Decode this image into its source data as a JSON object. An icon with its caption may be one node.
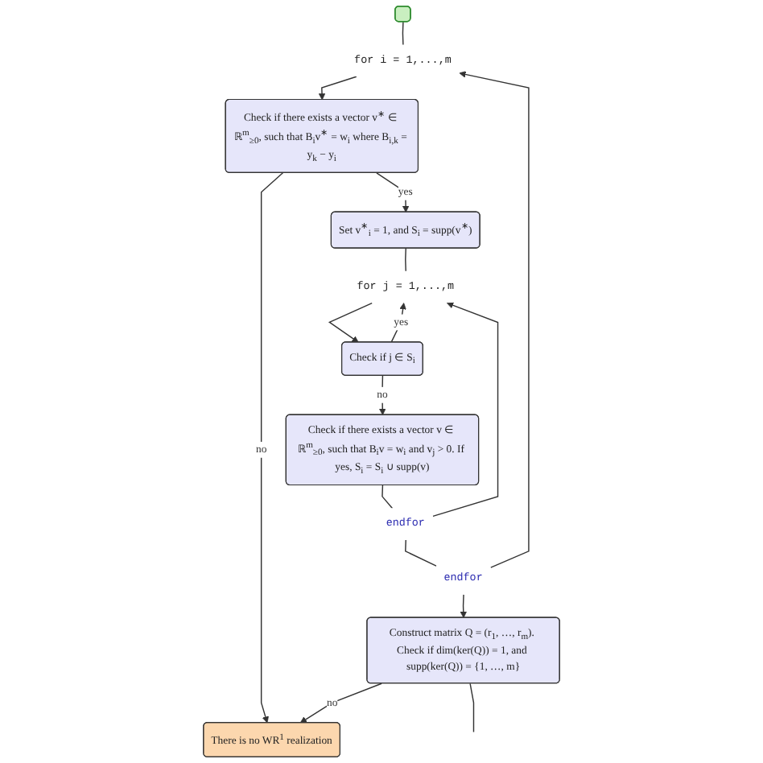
{
  "diagram": {
    "nodes": [
      {
        "text": [],
        "shape": "box"
      },
      {
        "text": [
          "for i = 1,...,m"
        ]
      },
      {
        "text": [
          "Check if there exists a vector v$^{∗}$ ∈ ℝ$^{m}$$_{≥0}$, such that B$_{i}$v$^{∗}$ = w$_{i}$ where B$_{i,k}$ = y$_{k}$ − y$_{i}$"
        ]
      },
      {
        "text": [
          "There is no WR$^{1}$ realization"
        ]
      },
      {
        "text": [
          "Set v$^{∗}$$_{i}$ = 1, and S$_{i}$ = supp(v$^{∗}$)"
        ]
      },
      {
        "text": [
          "for j = 1,...,m"
        ]
      },
      {
        "text": [
          "Check if j ∈ S$_{i}$"
        ]
      },
      {
        "text": [
          "Check if there exists a vector v ∈ ℝ$^{m}$$_{≥0}$, such that B$_{i}$v = w$_{i}$ and v$_{j}$ > 0. If yes, S$_{i}$ = S$_{i}$ ∪ supp(v)"
        ]
      },
      {
        "text": [
          "endfor"
        ]
      },
      {
        "text": [
          "endfor"
        ]
      },
      {
        "text": [
          "Construct matrix Q = (r$_{1}$, …, r$_{m}$). Check if dim(ker(Q)) = 1, and supp(ker(Q)) = {1, …, m}"
        ]
      }
    ],
    "edges": [
      {
        "from": 0,
        "to": 1,
        "arrow": "none"
      },
      {
        "from": 1,
        "to": 2,
        "arrow": "to"
      },
      {
        "from": 2,
        "to": 3,
        "label": "no",
        "arrow": "to"
      },
      {
        "from": 2,
        "to": 4,
        "label": "yes",
        "arrow": "to"
      },
      {
        "from": 4,
        "to": 5,
        "arrow": "none"
      },
      {
        "from": 5,
        "to": 6,
        "arrow": "to"
      },
      {
        "from": 6,
        "to": 5,
        "label": "yes",
        "arrow": "to"
      },
      {
        "from": 6,
        "to": 7,
        "label": "no",
        "arrow": "to"
      },
      {
        "from": 7,
        "to": 8,
        "arrow": "none"
      },
      {
        "from": 8,
        "to": 5,
        "arrow": "to"
      },
      {
        "from": 8,
        "to": 9,
        "arrow": "none"
      },
      {
        "from": 9,
        "to": 1,
        "arrow": "to"
      },
      {
        "from": 9,
        "to": 10,
        "arrow": "to"
      },
      {
        "from": 10,
        "to": 3,
        "label": "no",
        "arrow": "to"
      },
      {
        "from": 10,
        "to": null,
        "arrow": "none"
      }
    ]
  }
}
